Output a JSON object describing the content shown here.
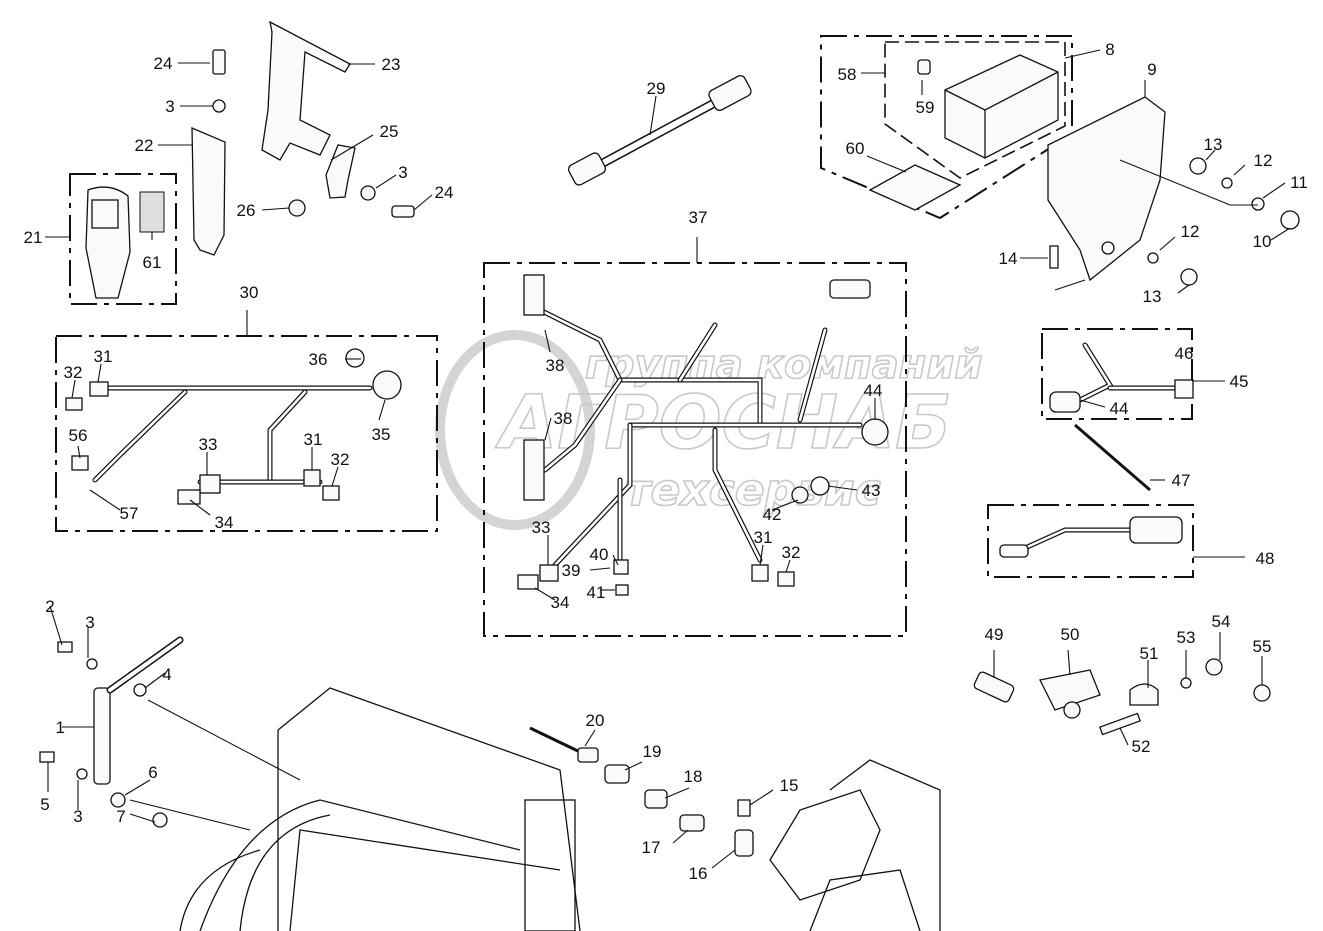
{
  "watermark": {
    "line1": "группа компаний",
    "line2": "АГРОСНАБ",
    "line3": "техсервис"
  },
  "callouts": [
    {
      "id": "c2",
      "text": "2"
    },
    {
      "id": "c3a",
      "text": "3"
    },
    {
      "id": "c4",
      "text": "4"
    },
    {
      "id": "c1",
      "text": "1"
    },
    {
      "id": "c5",
      "text": "5"
    },
    {
      "id": "c3b",
      "text": "3"
    },
    {
      "id": "c6",
      "text": "6"
    },
    {
      "id": "c7",
      "text": "7"
    },
    {
      "id": "c24a",
      "text": "24"
    },
    {
      "id": "c3c",
      "text": "3"
    },
    {
      "id": "c22",
      "text": "22"
    },
    {
      "id": "c23",
      "text": "23"
    },
    {
      "id": "c25",
      "text": "25"
    },
    {
      "id": "c3d",
      "text": "3"
    },
    {
      "id": "c24b",
      "text": "24"
    },
    {
      "id": "c26",
      "text": "26"
    },
    {
      "id": "c21",
      "text": "21"
    },
    {
      "id": "c61",
      "text": "61"
    },
    {
      "id": "c29",
      "text": "29"
    },
    {
      "id": "c58",
      "text": "58"
    },
    {
      "id": "c8",
      "text": "8"
    },
    {
      "id": "c59",
      "text": "59"
    },
    {
      "id": "c60",
      "text": "60"
    },
    {
      "id": "c9",
      "text": "9"
    },
    {
      "id": "c13a",
      "text": "13"
    },
    {
      "id": "c12a",
      "text": "12"
    },
    {
      "id": "c11",
      "text": "11"
    },
    {
      "id": "c10",
      "text": "10"
    },
    {
      "id": "c14",
      "text": "14"
    },
    {
      "id": "c12b",
      "text": "12"
    },
    {
      "id": "c13b",
      "text": "13"
    },
    {
      "id": "c30",
      "text": "30"
    },
    {
      "id": "c32a",
      "text": "32"
    },
    {
      "id": "c31a",
      "text": "31"
    },
    {
      "id": "c36",
      "text": "36"
    },
    {
      "id": "c35",
      "text": "35"
    },
    {
      "id": "c56",
      "text": "56"
    },
    {
      "id": "c33a",
      "text": "33"
    },
    {
      "id": "c31b",
      "text": "31"
    },
    {
      "id": "c32b",
      "text": "32"
    },
    {
      "id": "c57",
      "text": "57"
    },
    {
      "id": "c34a",
      "text": "34"
    },
    {
      "id": "c37",
      "text": "37"
    },
    {
      "id": "c38a",
      "text": "38"
    },
    {
      "id": "c38b",
      "text": "38"
    },
    {
      "id": "c44a",
      "text": "44"
    },
    {
      "id": "c43",
      "text": "43"
    },
    {
      "id": "c42",
      "text": "42"
    },
    {
      "id": "c33b",
      "text": "33"
    },
    {
      "id": "c40",
      "text": "40"
    },
    {
      "id": "c39",
      "text": "39"
    },
    {
      "id": "c41",
      "text": "41"
    },
    {
      "id": "c34b",
      "text": "34"
    },
    {
      "id": "c31c",
      "text": "31"
    },
    {
      "id": "c32c",
      "text": "32"
    },
    {
      "id": "c46",
      "text": "46"
    },
    {
      "id": "c45",
      "text": "45"
    },
    {
      "id": "c44b",
      "text": "44"
    },
    {
      "id": "c47",
      "text": "47"
    },
    {
      "id": "c48",
      "text": "48"
    },
    {
      "id": "c49",
      "text": "49"
    },
    {
      "id": "c50",
      "text": "50"
    },
    {
      "id": "c51",
      "text": "51"
    },
    {
      "id": "c53",
      "text": "53"
    },
    {
      "id": "c54",
      "text": "54"
    },
    {
      "id": "c55",
      "text": "55"
    },
    {
      "id": "c52",
      "text": "52"
    },
    {
      "id": "c20",
      "text": "20"
    },
    {
      "id": "c19",
      "text": "19"
    },
    {
      "id": "c18",
      "text": "18"
    },
    {
      "id": "c15",
      "text": "15"
    },
    {
      "id": "c17",
      "text": "17"
    },
    {
      "id": "c16",
      "text": "16"
    }
  ]
}
